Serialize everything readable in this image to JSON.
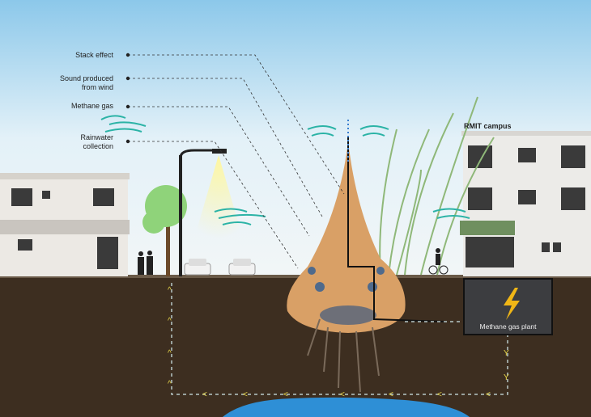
{
  "labels": {
    "stack_effect": "Stack effect",
    "sound": "Sound produced from wind",
    "sound_line1": "Sound produced",
    "sound_line2": "from wind",
    "methane": "Methane gas",
    "rain_line1": "Rainwater",
    "rain_line2": "collection"
  },
  "campus_label": "RMIT campus",
  "plant_label": "Methane gas plant",
  "colors": {
    "sky": "#cfe6f2",
    "soil": "#3b2c1f",
    "mound": "#d9a066",
    "water": "#2e8fd6",
    "wind": "#2bb3a6",
    "arrow": "#e8d84a",
    "bolt": "#f0b616"
  }
}
